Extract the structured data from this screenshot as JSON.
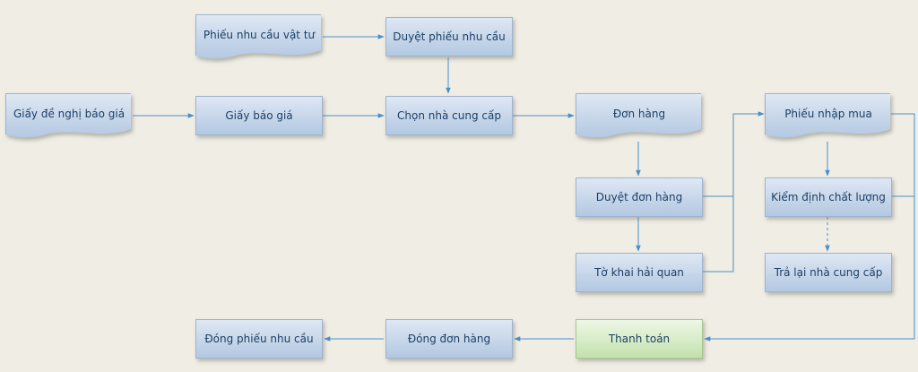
{
  "nodes": {
    "phieu_nhu_cau_vat_tu": "Phiếu nhu cầu vật tư",
    "duyet_phieu_nhu_cau": "Duyệt phiếu nhu cầu",
    "giay_de_nghi_bao_gia": "Giấy đề nghị báo giá",
    "giay_bao_gia": "Giấy báo giá",
    "chon_nha_cung_cap": "Chọn nhà cung cấp",
    "don_hang": "Đơn hàng",
    "duyet_don_hang": "Duyệt đơn hàng",
    "to_khai_hai_quan": "Tờ khai hải quan",
    "phieu_nhap_mua": "Phiếu nhập mua",
    "kiem_dinh_chat_luong": "Kiểm định chất lượng",
    "tra_lai_nha_cung_cap": "Trả lại nhà cung cấp",
    "thanh_toan": "Thanh toán",
    "dong_don_hang": "Đóng đơn hàng",
    "dong_phieu_nhu_cau": "Đóng phiếu nhu cầu"
  },
  "colors": {
    "background": "#efede4",
    "node_fill": "#c6d6ea",
    "node_border": "#9fb3ce",
    "node_text": "#1d3f66",
    "highlight_fill": "#d6ecc6",
    "connector": "#4a90c8"
  }
}
